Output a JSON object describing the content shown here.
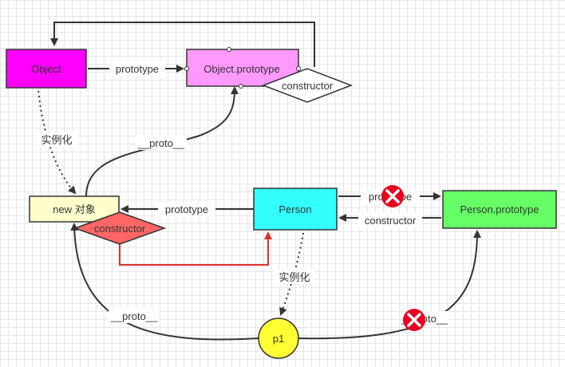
{
  "nodes": {
    "object": "Object",
    "object_prototype": "Object.prototype",
    "object_prototype_constructor": "constructor",
    "new_object": "new 对象",
    "new_object_constructor": "constructor",
    "person": "Person",
    "person_prototype": "Person.prototype",
    "p1": "p1"
  },
  "edges": {
    "object_to_prototype": "prototype",
    "object_instantiate": "实例化",
    "new_object_proto": "__proto__",
    "person_to_new_object": "prototype",
    "person_to_person_prototype": "prototype",
    "person_prototype_constructor": "constructor",
    "person_instantiate": "实例化",
    "p1_proto_left": "__proto__",
    "p1_proto_right": "__proto__"
  },
  "colors": {
    "object": "#ff00ff",
    "object_prototype": "#ff99ff",
    "new_object": "#ffffcc",
    "new_object_constructor": "#ff6666",
    "person": "#33ffff",
    "person_prototype": "#66ff66",
    "p1": "#ffff33",
    "red_arrow": "#e03030",
    "error_mark": "#e8001c"
  },
  "icons": [
    "error-x-icon",
    "error-x-icon"
  ]
}
